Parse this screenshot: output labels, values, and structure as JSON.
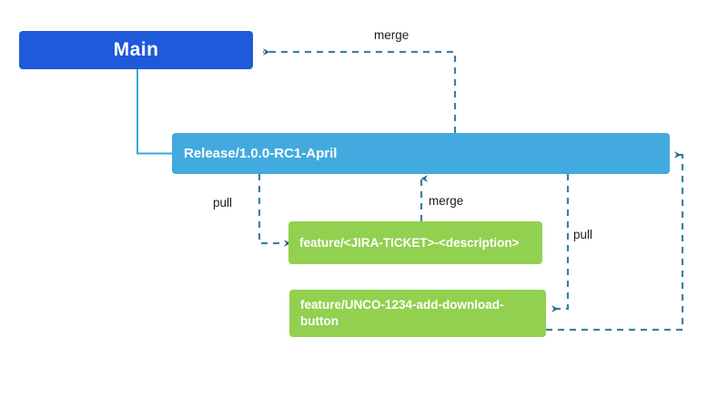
{
  "diagram": {
    "title_nodes": {
      "main": "Main",
      "release": "Release/1.0.0-RC1-April",
      "feature_template": "feature/<JIRA-TICKET>-<description>",
      "feature_unco_line1": "feature/UNCO-1234-add-download-",
      "feature_unco_line2": "button"
    },
    "edge_labels": {
      "merge_top": "merge",
      "pull_left": "pull",
      "merge_mid": "merge",
      "pull_right": "pull"
    },
    "colors": {
      "main_branch": "#1f5ada",
      "release_branch": "#42aade",
      "feature_branch": "#92d050",
      "solid_connector": "#3aa7e0",
      "dashed_connector": "#3f7fa3",
      "label_text": "#1c1c1c",
      "node_text": "#ffffff",
      "background": "#ffffff"
    }
  }
}
